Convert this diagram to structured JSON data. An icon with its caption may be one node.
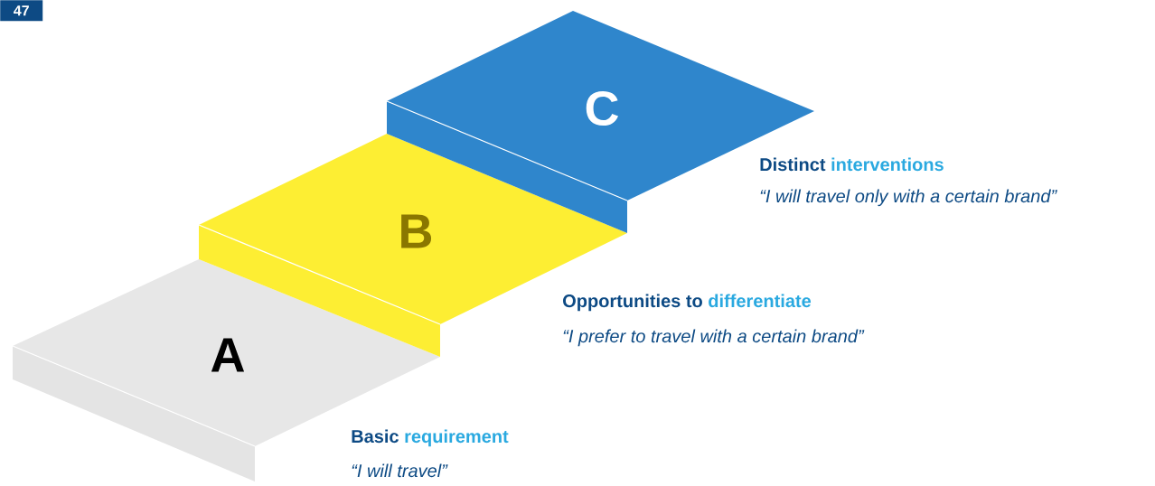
{
  "diagram": {
    "nodes": [
      {
        "text": [
          "A"
        ],
        "beside": [
          "Basic",
          "requirement",
          "“I will travel”"
        ]
      },
      {
        "text": [
          "B"
        ],
        "beside": [
          "Opportunities to",
          "differentiate",
          "“I prefer to travel with a certain brand”"
        ]
      },
      {
        "text": [
          "C"
        ],
        "beside": [
          "Distinct",
          "interventions",
          "“I will travel only with a certain brand”"
        ]
      }
    ],
    "labels": [
      "47"
    ]
  }
}
